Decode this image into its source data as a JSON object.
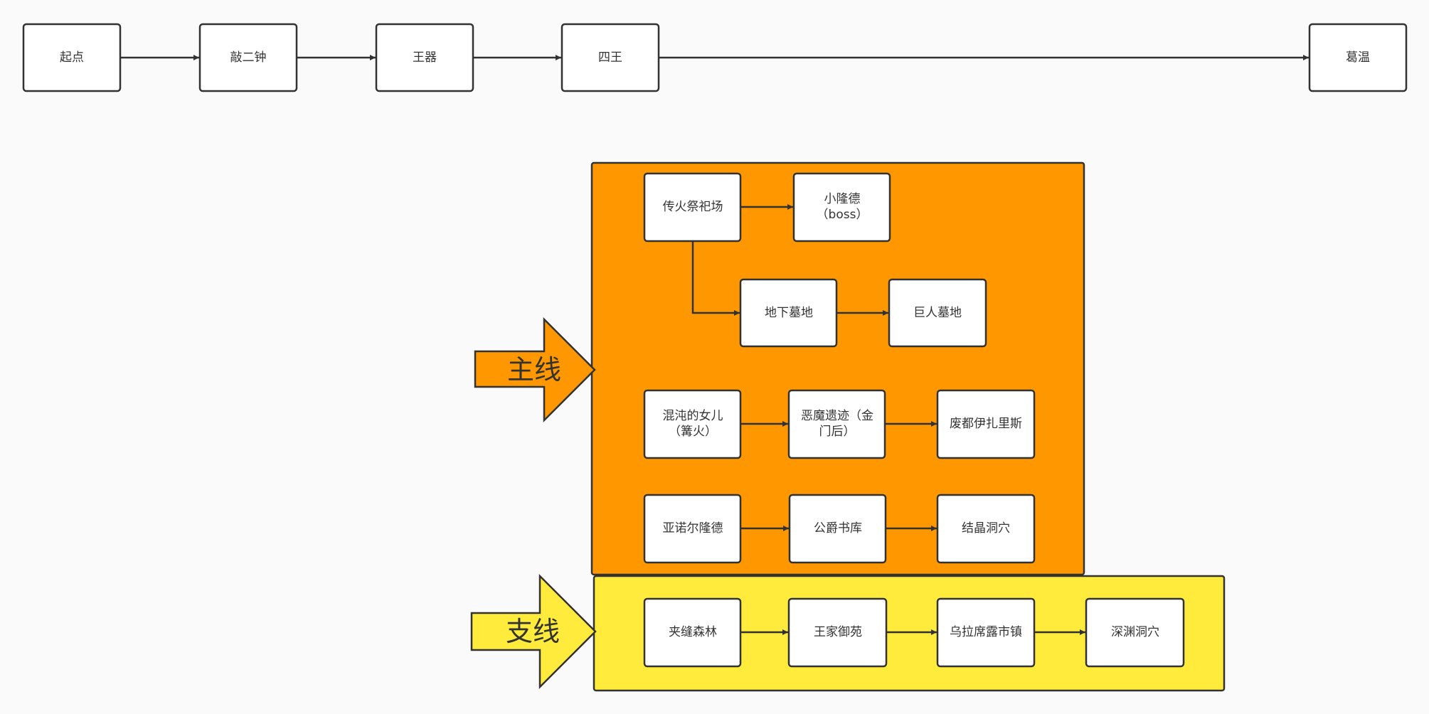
{
  "colors": {
    "background": "#fafafa",
    "node_fill": "#ffffff",
    "stroke": "#323232",
    "main_area": "#ff9800",
    "side_area": "#ffeb3b",
    "text": "#333333"
  },
  "labels": {
    "main_line": "主线",
    "side_line": "支线"
  },
  "nodes": {
    "start": "起点",
    "bell2": "敲二钟",
    "lordvessel": "王器",
    "four_kings": "四王",
    "gwyn": "葛温",
    "firelink_altar": [
      "传火祭祀场"
    ],
    "small_lothric": [
      "小隆德",
      "（boss）"
    ],
    "catacombs": [
      "地下墓地"
    ],
    "tomb_giants": [
      "巨人墓地"
    ],
    "daughter_chaos": [
      "混沌的女儿",
      "（篝火）"
    ],
    "demon_ruins": [
      "恶魔遗迹（金",
      "门后）"
    ],
    "lost_izalith": [
      "废都伊扎里斯"
    ],
    "anor_londo": [
      "亚诺尔隆德"
    ],
    "dukes_archives": [
      "公爵书库"
    ],
    "crystal_cave": [
      "结晶洞穴"
    ],
    "darkroot_garden": [
      "夹缝森林"
    ],
    "royal_wood": [
      "王家御苑"
    ],
    "oolacile_township": [
      "乌拉席露市镇"
    ],
    "chasm_abyss": [
      "深渊洞穴"
    ]
  }
}
